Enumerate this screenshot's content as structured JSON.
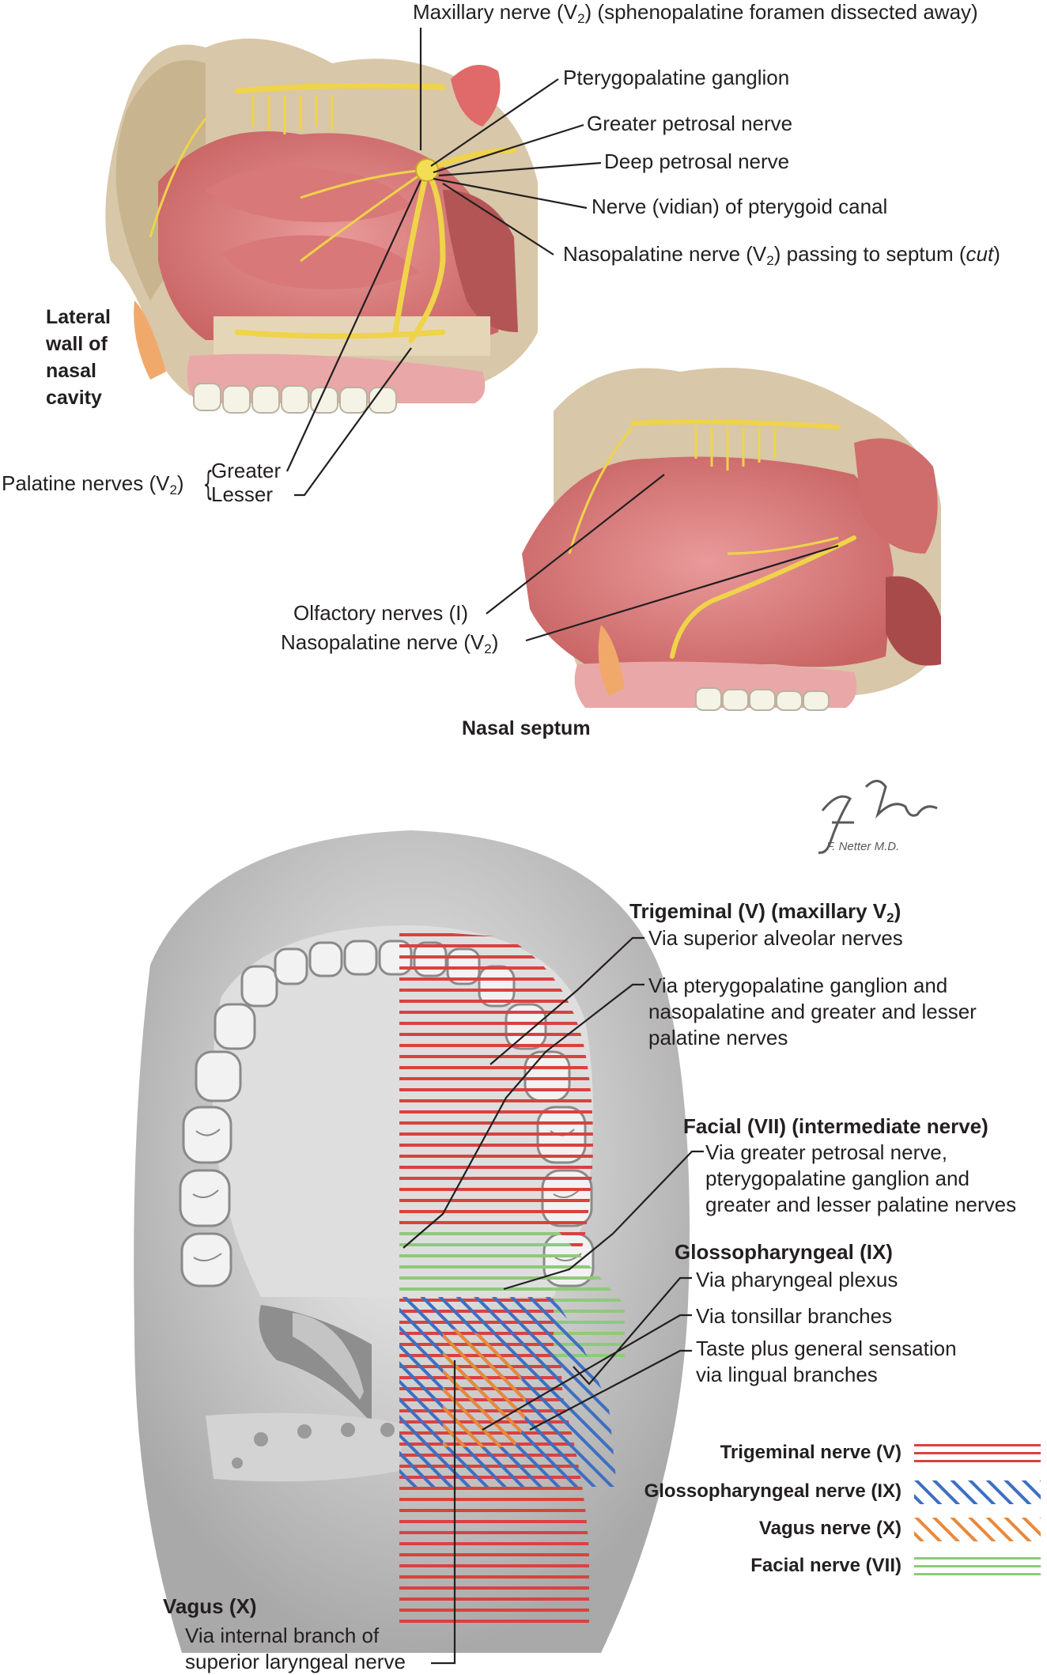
{
  "top_figure": {
    "title": "Lateral wall of nasal cavity",
    "title_lines": [
      "Lateral",
      "wall of",
      "nasal",
      "cavity"
    ],
    "labels": {
      "maxillary_pre": "Maxillary nerve (V",
      "maxillary_sub": "2",
      "maxillary_post": ") (sphenopalatine foramen dissected away)",
      "pterygopalatine_ganglion": "Pterygopalatine ganglion",
      "greater_petrosal": "Greater petrosal nerve",
      "deep_petrosal": "Deep petrosal nerve",
      "vidian": "Nerve (vidian) of pterygoid canal",
      "nasopalatine_pre": "Nasopalatine nerve (V",
      "nasopalatine_sub": "2",
      "nasopalatine_post": ") passing to septum (",
      "nasopalatine_cut": "cut",
      "nasopalatine_close": ")",
      "palatine_pre": "Palatine nerves (V",
      "palatine_sub": "2",
      "palatine_post": ")",
      "greater": "Greater",
      "lesser": "Lesser"
    }
  },
  "middle_figure": {
    "title": "Nasal septum",
    "labels": {
      "olfactory": "Olfactory nerves (I)",
      "nasopalatine_pre": "Nasopalatine nerve (V",
      "nasopalatine_sub": "2",
      "nasopalatine_post": ")"
    }
  },
  "signature": {
    "text": "F. Netter M.D."
  },
  "bottom_figure": {
    "trigeminal_title_pre": "Trigeminal (V) (maxillary V",
    "trigeminal_title_sub": "2",
    "trigeminal_title_post": ")",
    "trigeminal_sup_alveolar": "Via superior alveolar nerves",
    "trigeminal_ptery": [
      "Via pterygopalatine ganglion and",
      "nasopalatine and greater and lesser",
      "palatine nerves"
    ],
    "facial_title": "Facial (VII) (intermediate nerve)",
    "facial_via": [
      "Via greater petrosal nerve,",
      "pterygopalatine ganglion and",
      "greater and lesser palatine nerves"
    ],
    "glosso_title": "Glossopharyngeal (IX)",
    "glosso_pharyngeal": "Via pharyngeal plexus",
    "glosso_tonsillar": "Via tonsillar branches",
    "glosso_taste": [
      "Taste plus general sensation",
      "via lingual branches"
    ],
    "vagus_title": "Vagus (X)",
    "vagus_via": [
      "Via internal branch of",
      "superior laryngeal nerve"
    ]
  },
  "legend": {
    "items": [
      {
        "label": "Trigeminal nerve (V)",
        "color": "#d9423f",
        "pattern": "horizontal-lines"
      },
      {
        "label": "Glossopharyngeal nerve (IX)",
        "color": "#3d6fc2",
        "pattern": "diagonal-lines"
      },
      {
        "label": "Vagus nerve (X)",
        "color": "#e8893a",
        "pattern": "diagonal-lines"
      },
      {
        "label": "Facial nerve (VII)",
        "color": "#8fc97a",
        "pattern": "horizontal-lines"
      }
    ]
  }
}
